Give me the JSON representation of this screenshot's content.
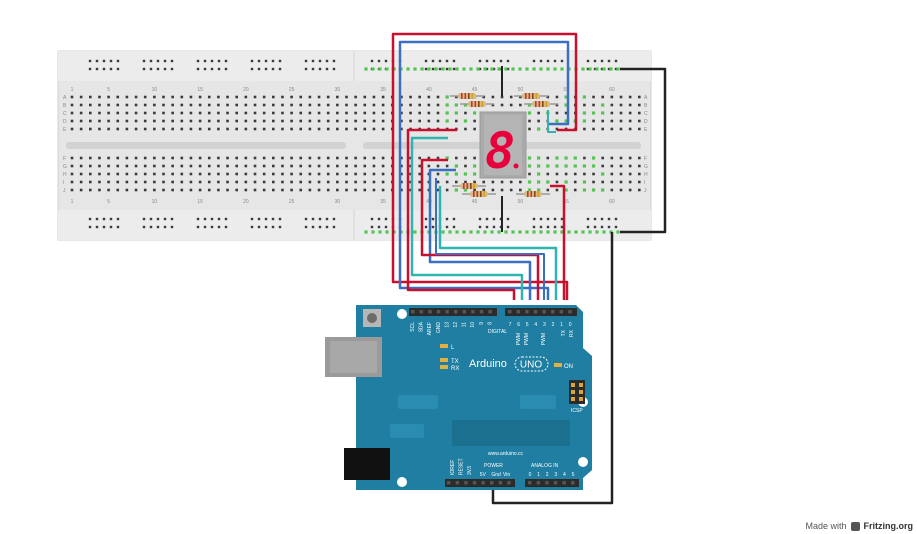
{
  "breadboard": {
    "column_numbers": [
      "1",
      "5",
      "10",
      "15",
      "20",
      "25",
      "30",
      "35",
      "40",
      "45",
      "50",
      "55",
      "60"
    ],
    "row_letters_top": [
      "A",
      "B",
      "C",
      "D",
      "E"
    ],
    "row_letters_bottom": [
      "F",
      "G",
      "H",
      "I",
      "J"
    ]
  },
  "display": {
    "digit": "8"
  },
  "arduino": {
    "header_top_left": [
      "SCL",
      "SDA",
      "AREF",
      "GND",
      "13",
      "12",
      "11",
      "10",
      "9",
      "8"
    ],
    "header_top_right": [
      "7",
      "6",
      "5",
      "4",
      "3",
      "2",
      "1",
      "0"
    ],
    "digital_label": "DIGITAL",
    "pwm_label": "PWM",
    "tx_pin": "TX",
    "rx_pin": "RX",
    "led_l": "L",
    "led_tx": "TX",
    "led_rx": "RX",
    "brand": "Arduino",
    "model": "UNO",
    "on_label": "ON",
    "icsp_label": "ICSP",
    "website": "www.arduino.cc",
    "power_label": "POWER",
    "power_pins": [
      "IOREF",
      "RESET",
      "3V3",
      "5V",
      "Gnd",
      "Vin"
    ],
    "analog_label": "ANALOG IN",
    "analog_pins": [
      "0",
      "1",
      "2",
      "3",
      "4",
      "5"
    ]
  },
  "footer": {
    "made_with": "Made with",
    "brand": "Fritzing.org"
  },
  "colors": {
    "breadboard": "#e6e6e6",
    "board": "#1f7ea1",
    "wire_red": "#c8102e",
    "wire_blue": "#3a6fc2",
    "wire_teal": "#2fb4b0",
    "wire_black": "#222222",
    "segment": "#e8003d",
    "hole_green": "#52c452"
  }
}
